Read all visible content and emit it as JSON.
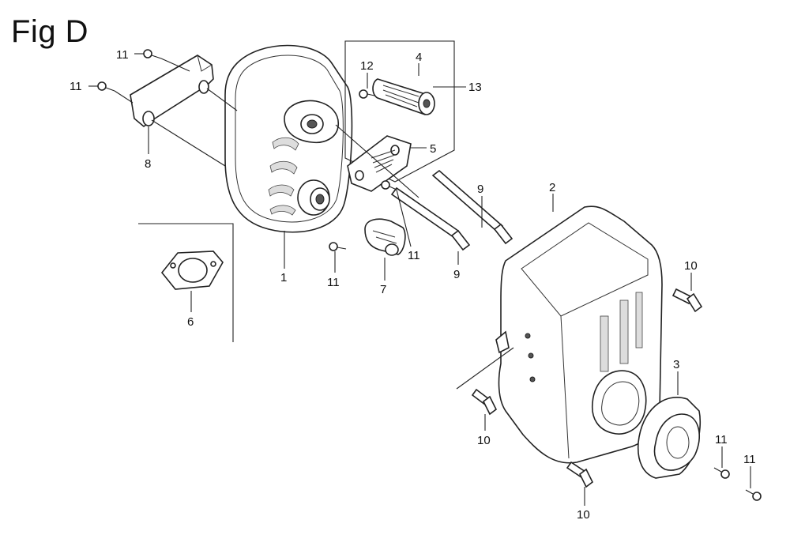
{
  "figure": {
    "title": "Fig D"
  },
  "callouts": [
    {
      "id": "c11-top",
      "text": "11"
    },
    {
      "id": "c11-left",
      "text": "11"
    },
    {
      "id": "c8",
      "text": "8"
    },
    {
      "id": "c12",
      "text": "12"
    },
    {
      "id": "c4",
      "text": "4"
    },
    {
      "id": "c13",
      "text": "13"
    },
    {
      "id": "c5",
      "text": "5"
    },
    {
      "id": "c9-top",
      "text": "9"
    },
    {
      "id": "c2",
      "text": "2"
    },
    {
      "id": "c1",
      "text": "1"
    },
    {
      "id": "c11-mid",
      "text": "11"
    },
    {
      "id": "c11-right",
      "text": "11"
    },
    {
      "id": "c7",
      "text": "7"
    },
    {
      "id": "c9-bottom",
      "text": "9"
    },
    {
      "id": "c6",
      "text": "6"
    },
    {
      "id": "c10-top",
      "text": "10"
    },
    {
      "id": "c3",
      "text": "3"
    },
    {
      "id": "c10-left",
      "text": "10"
    },
    {
      "id": "c11-lower-a",
      "text": "11"
    },
    {
      "id": "c11-lower-b",
      "text": "11"
    },
    {
      "id": "c10-bottom",
      "text": "10"
    }
  ]
}
